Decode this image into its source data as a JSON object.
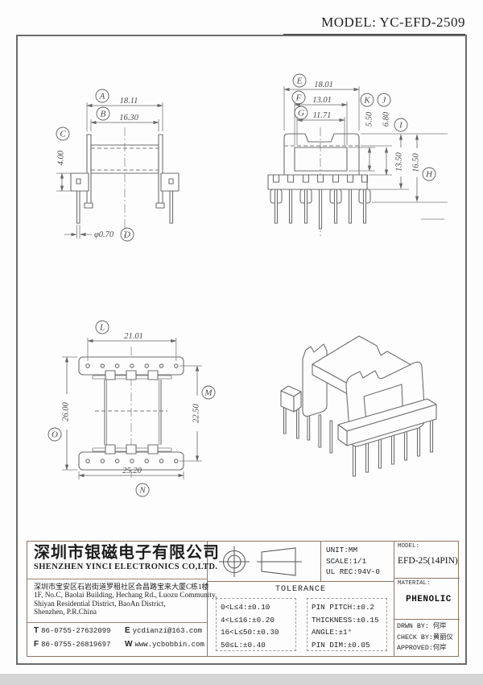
{
  "page": {
    "header": "MODEL: YC-EFD-2509",
    "background": "#fdfdfd",
    "frame_color": "#6b6b6b",
    "titleblock_border_color": "#8d7668",
    "line_color": "#6f6f6f"
  },
  "views": {
    "front": {
      "marks": {
        "a": "A",
        "b": "B",
        "c": "C",
        "d": "D"
      },
      "dims": {
        "a": "18.11",
        "b": "16.30",
        "c": "4.00",
        "d": "φ0.70"
      }
    },
    "side": {
      "marks": {
        "e": "E",
        "f": "F",
        "g": "G",
        "k": "K",
        "j": "J",
        "i": "I",
        "h": "H"
      },
      "dims": {
        "e": "18.01",
        "f": "13.01",
        "g": "11.71",
        "k": "5.50",
        "j": "6.80",
        "i": "13.50",
        "h": "16.50"
      }
    },
    "top": {
      "marks": {
        "l": "L",
        "m": "M",
        "n": "N",
        "o": "O"
      },
      "dims": {
        "l": "21.01",
        "m": "22.50",
        "n": "25.20",
        "o": "26.00"
      }
    }
  },
  "title_block": {
    "company_cn": "深圳市银磁电子有限公司",
    "company_en": "SHENZHEN YINCI ELECTRONICS CO,LTD.",
    "address_cn": "深圳市宝安区石岩街道罗租社区合昌路宝来大厦C栋1楼",
    "address_en1": "1F, No.C, Baolai Building, Hechang Rd., Luozu Community,",
    "address_en2": "Shiyan Residential District, BaoAn District,",
    "address_en3": "Shenzhen, P.R.China",
    "tel_label": "T",
    "tel": "86-0755-27632099",
    "email_label": "E",
    "email": "ycdianzi@163.com",
    "fax_label": "F",
    "fax": "86-0755-26819697",
    "web_label": "W",
    "web": "www.ycbobbin.com",
    "unit": "UNIT:MM",
    "scale": "SCALE:1/1",
    "ul": "UL REC:94V-0",
    "model_label": "MODEL:",
    "model": "EFD-25(14PIN)",
    "material_label": "MATERIAL:",
    "material": "PHENOLIC",
    "tolerance_title": "TOLERANCE",
    "tol_left": [
      "0<L≤4:±0.10",
      "4<L≤16:±0.20",
      "16<L≤50:±0.30",
      "50≤L:±0.40"
    ],
    "tol_right": [
      "PIN PITCH:±0.2",
      "THICKNESS:±0.15",
      "ANGLE:±1°",
      "PIN DIM:±0.05"
    ],
    "drawn_label": "DRWN BY:",
    "drawn": "何岸",
    "check_label": "CHECK BY:",
    "check": "黄丽仪",
    "approved_label": "APPROVED:",
    "approved": "何岸"
  }
}
